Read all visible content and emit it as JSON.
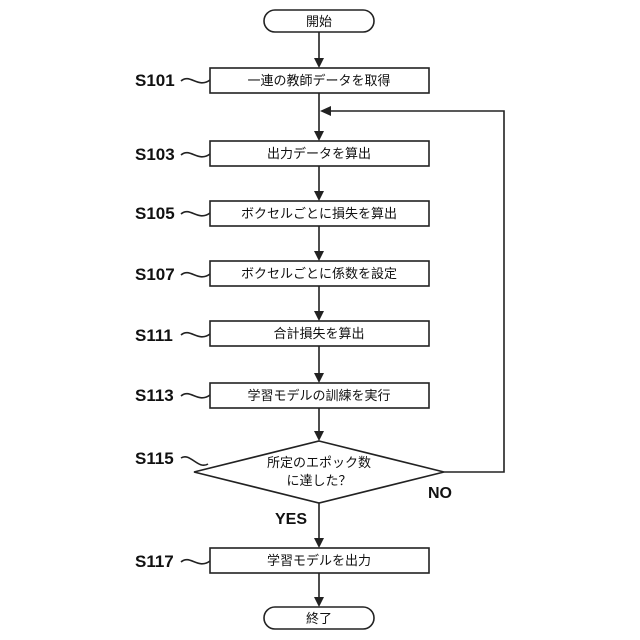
{
  "nodes": {
    "start": "開始",
    "s101": "一連の教師データを取得",
    "s103": "出力データを算出",
    "s105": "ボクセルごとに損失を算出",
    "s107": "ボクセルごとに係数を設定",
    "s111": "合計損失を算出",
    "s113": "学習モデルの訓練を実行",
    "s115_line1": "所定のエポック数",
    "s115_line2": "に達した？",
    "s117": "学習モデルを出力",
    "end": "終了"
  },
  "labels": {
    "s101": "S101",
    "s103": "S103",
    "s105": "S105",
    "s107": "S107",
    "s111": "S111",
    "s113": "S113",
    "s115": "S115",
    "s117": "S117"
  },
  "branches": {
    "yes": "YES",
    "no": "NO"
  }
}
